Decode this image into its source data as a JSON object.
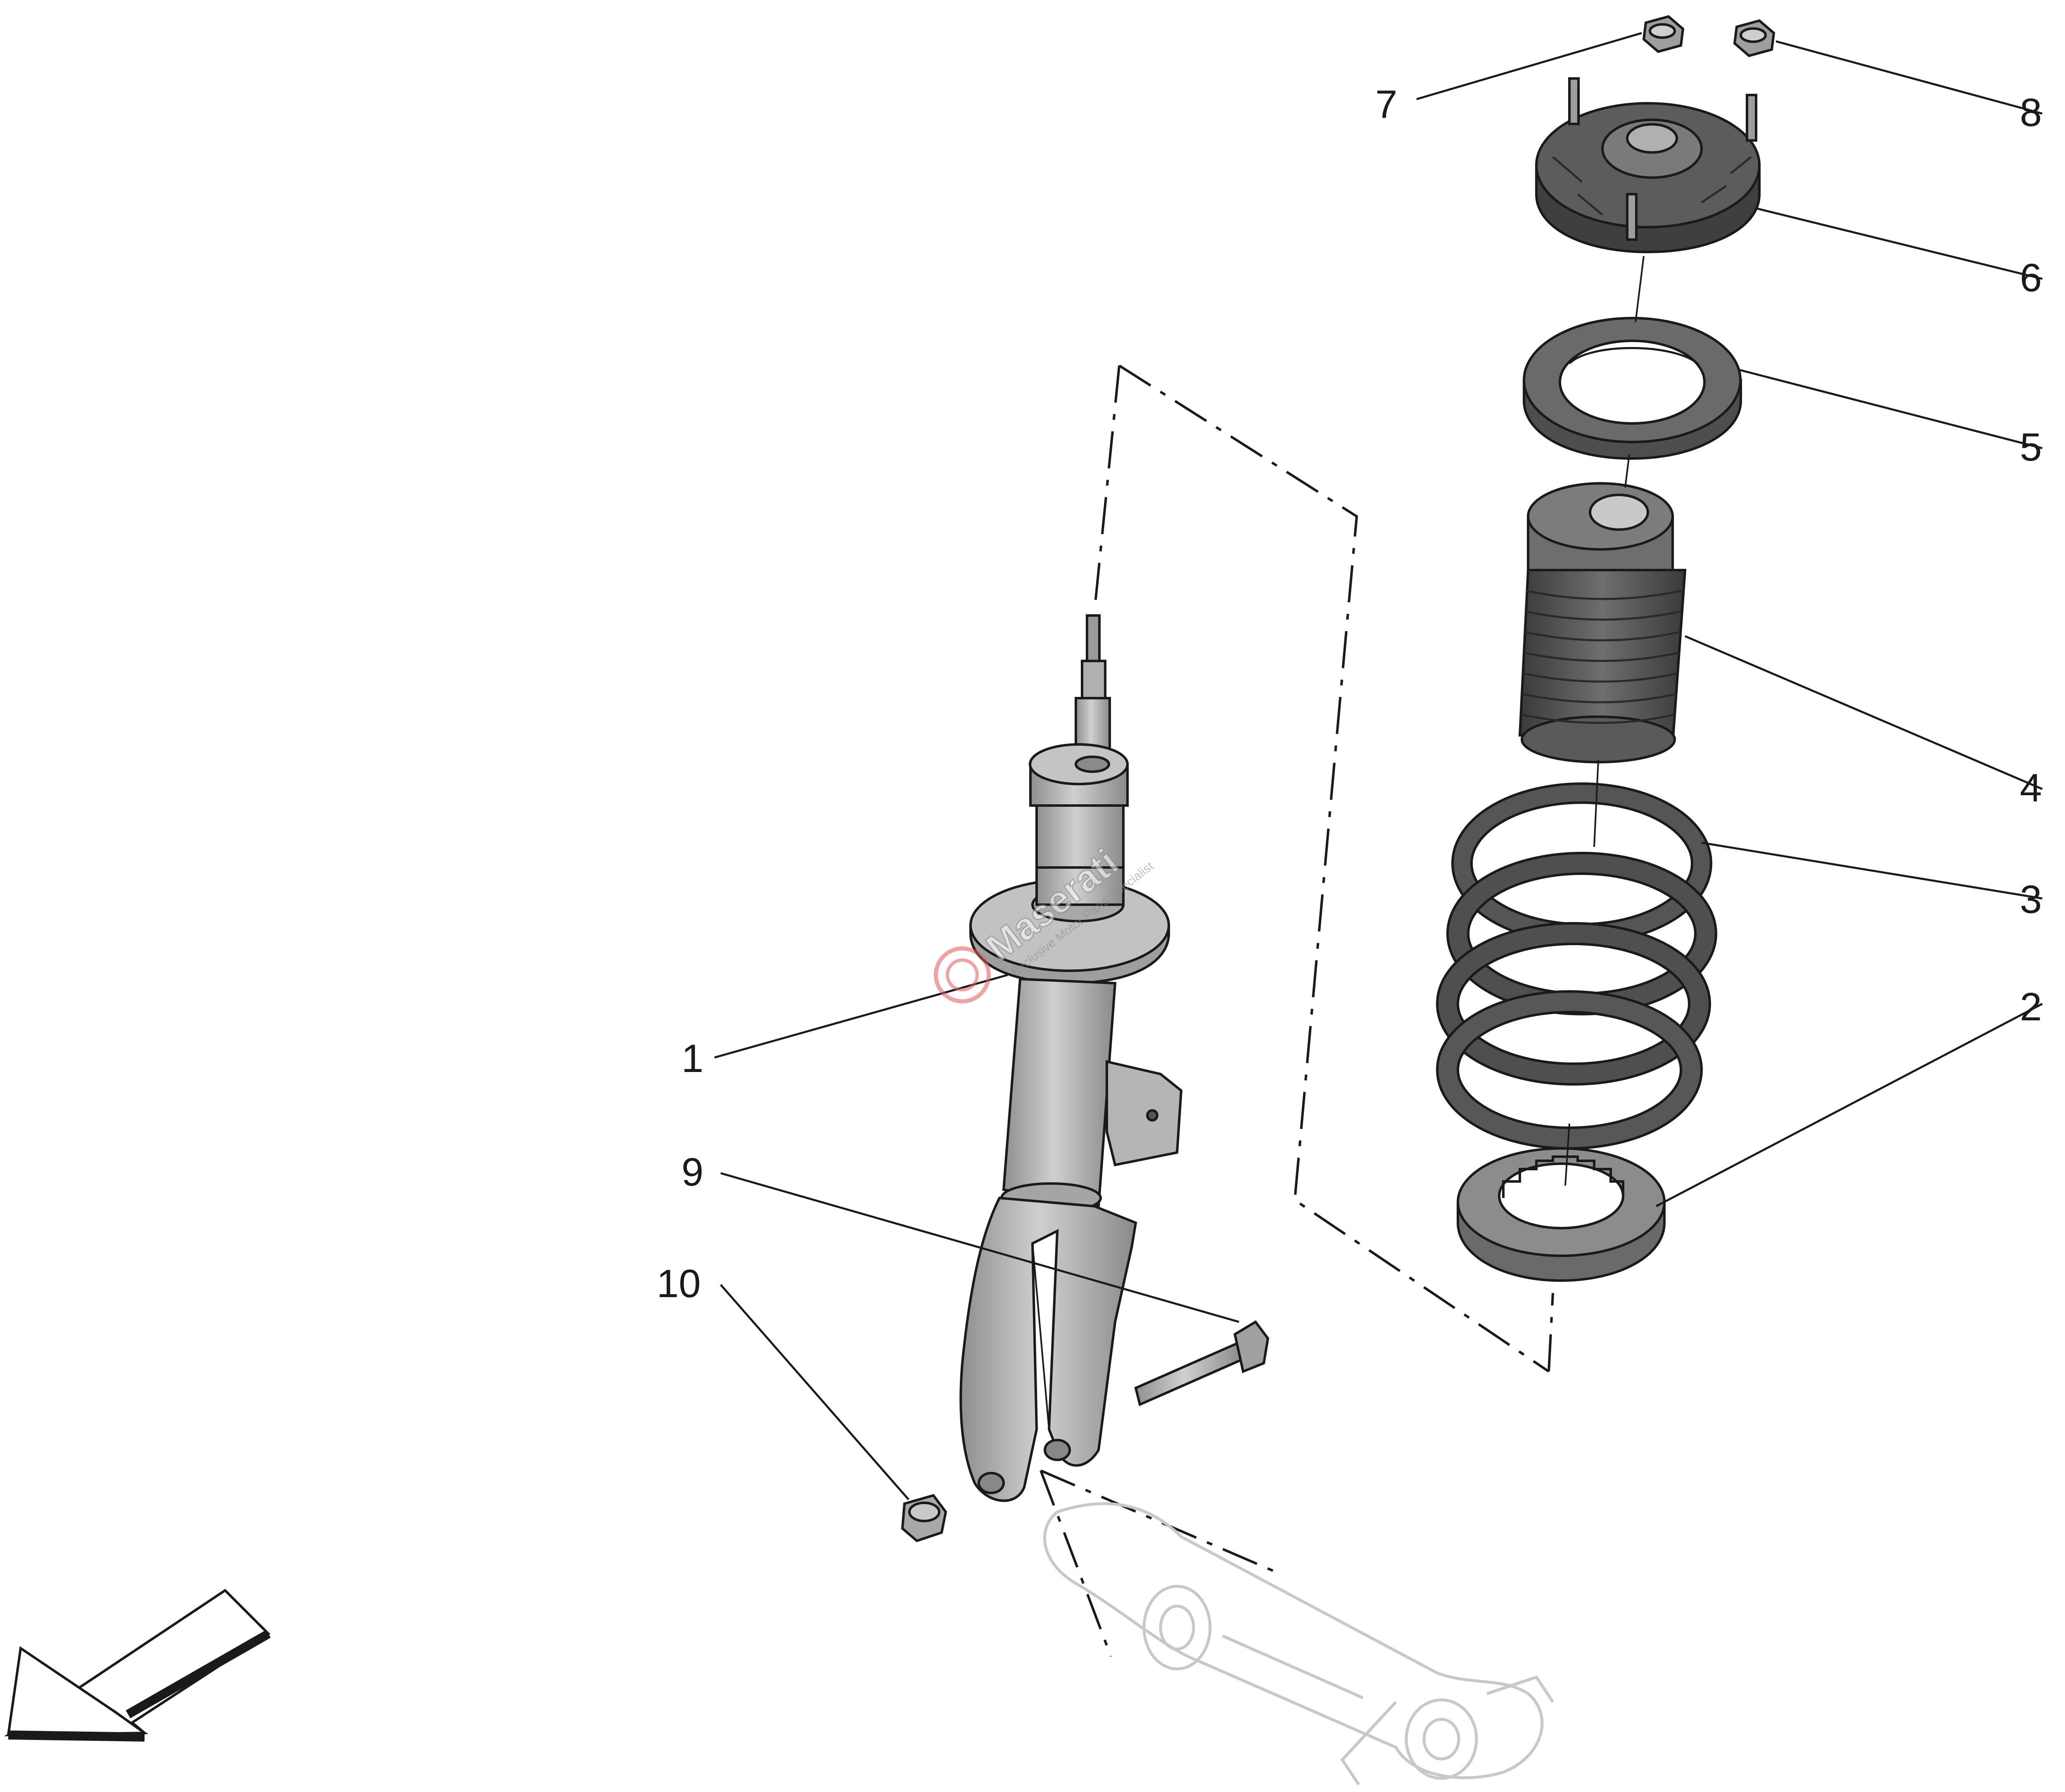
{
  "callouts": [
    {
      "number": "1",
      "part": "shock-absorber-strut"
    },
    {
      "number": "2",
      "part": "lower-spring-seat"
    },
    {
      "number": "3",
      "part": "coil-spring"
    },
    {
      "number": "4",
      "part": "dust-boot-bump-stop"
    },
    {
      "number": "5",
      "part": "upper-spring-seat"
    },
    {
      "number": "6",
      "part": "top-mount"
    },
    {
      "number": "7",
      "part": "nut-left"
    },
    {
      "number": "8",
      "part": "nut-right"
    },
    {
      "number": "9",
      "part": "bolt"
    },
    {
      "number": "10",
      "part": "nut-lower"
    }
  ],
  "watermark": {
    "brand": "Maserati",
    "tagline": "Exclusive Motor Parts Specialist"
  },
  "colors": {
    "part_fill": "#b9b9b9",
    "part_dark": "#4a4a4a",
    "outline": "#1a1a1a",
    "ghost": "#cfcfcf",
    "watermark": "#e05a5a"
  },
  "icons": {
    "direction_arrow": "front-direction-arrow-icon"
  }
}
